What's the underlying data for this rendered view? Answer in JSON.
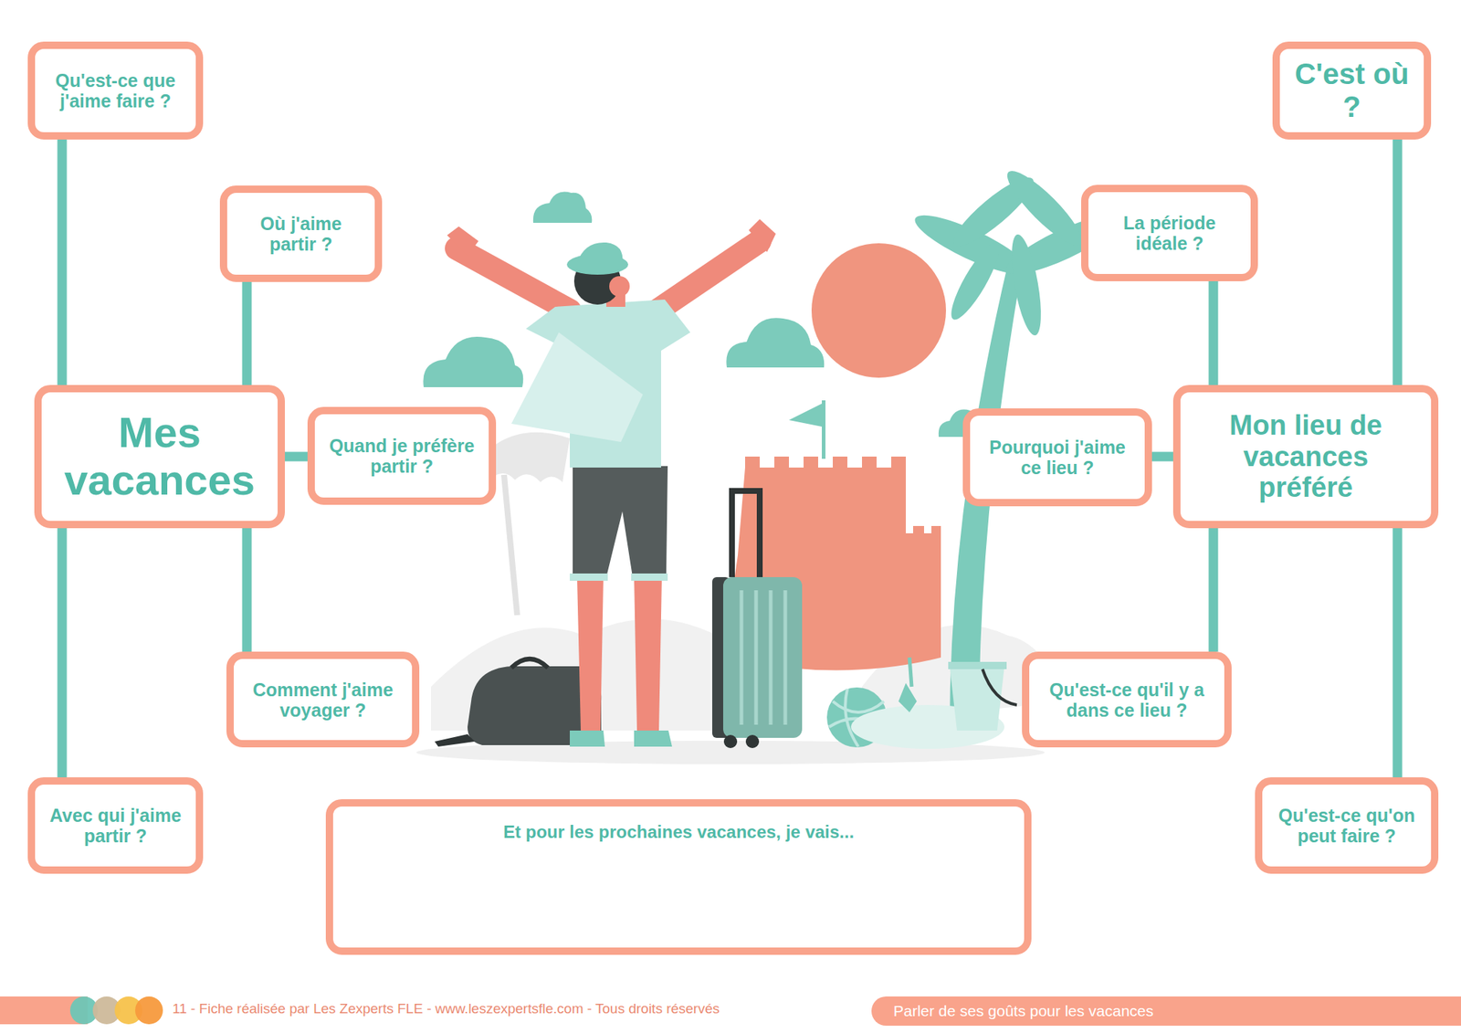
{
  "diagram": {
    "nodes": [
      {
        "text": [
          "Qu'est-ce que j'aime faire ?"
        ]
      },
      {
        "text": [
          "C'est où ?"
        ]
      },
      {
        "text": [
          "Où j'aime partir ?"
        ]
      },
      {
        "text": [
          "La période idéale ?"
        ]
      },
      {
        "text": [
          "Mes vacances"
        ]
      },
      {
        "text": [
          "Quand je préfère partir ?"
        ]
      },
      {
        "text": [
          "Pourquoi j'aime ce lieu ?"
        ]
      },
      {
        "text": [
          "Mon lieu de vacances préféré"
        ]
      },
      {
        "text": [
          "Comment j'aime voyager ?"
        ]
      },
      {
        "text": [
          "Qu'est-ce qu'il y a dans ce lieu ?"
        ]
      },
      {
        "text": [
          "Avec qui j'aime partir ?"
        ]
      },
      {
        "text": [
          "Qu'est-ce qu'on peut faire ?"
        ]
      },
      {
        "text": [
          "Et pour les prochaines vacances, je vais..."
        ]
      },
      {
        "text": [
          "Parler de ses goûts pour les vacances"
        ]
      }
    ],
    "edges": [
      {
        "from": 4,
        "to": 0,
        "arrow": "none"
      },
      {
        "from": 4,
        "to": 2,
        "arrow": "none"
      },
      {
        "from": 4,
        "to": 5,
        "arrow": "none"
      },
      {
        "from": 4,
        "to": 8,
        "arrow": "none"
      },
      {
        "from": 4,
        "to": 10,
        "arrow": "none"
      },
      {
        "from": 7,
        "to": 1,
        "arrow": "none"
      },
      {
        "from": 7,
        "to": 3,
        "arrow": "none"
      },
      {
        "from": 7,
        "to": 6,
        "arrow": "none"
      },
      {
        "from": 7,
        "to": 9,
        "arrow": "none"
      },
      {
        "from": 7,
        "to": 11,
        "arrow": "none"
      }
    ],
    "labels": [
      "11 - Fiche réalisée par Les Zexperts FLE - www.leszexpertsfle.com - Tous droits réservés"
    ]
  }
}
